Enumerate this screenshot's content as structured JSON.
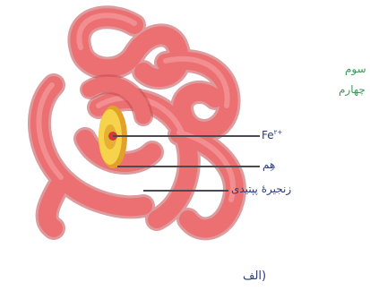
{
  "side_text": {
    "line1": "سوم",
    "line2": "چهارم"
  },
  "labels": {
    "iron": "Fe",
    "iron_charge": "۲+",
    "heme": "هِم",
    "chain": "زنجیرهٔ پپتیدی"
  },
  "caption": "الف)",
  "colors": {
    "protein": "#ec6f72",
    "protein_shadow": "#c24a4f",
    "heme_outer": "#f6d34a",
    "heme_inner": "#e1a12a",
    "iron": "#d23a3a",
    "leader": "#4a4a52",
    "side_text": "#3d9a5a",
    "label": "#2c3b78"
  }
}
